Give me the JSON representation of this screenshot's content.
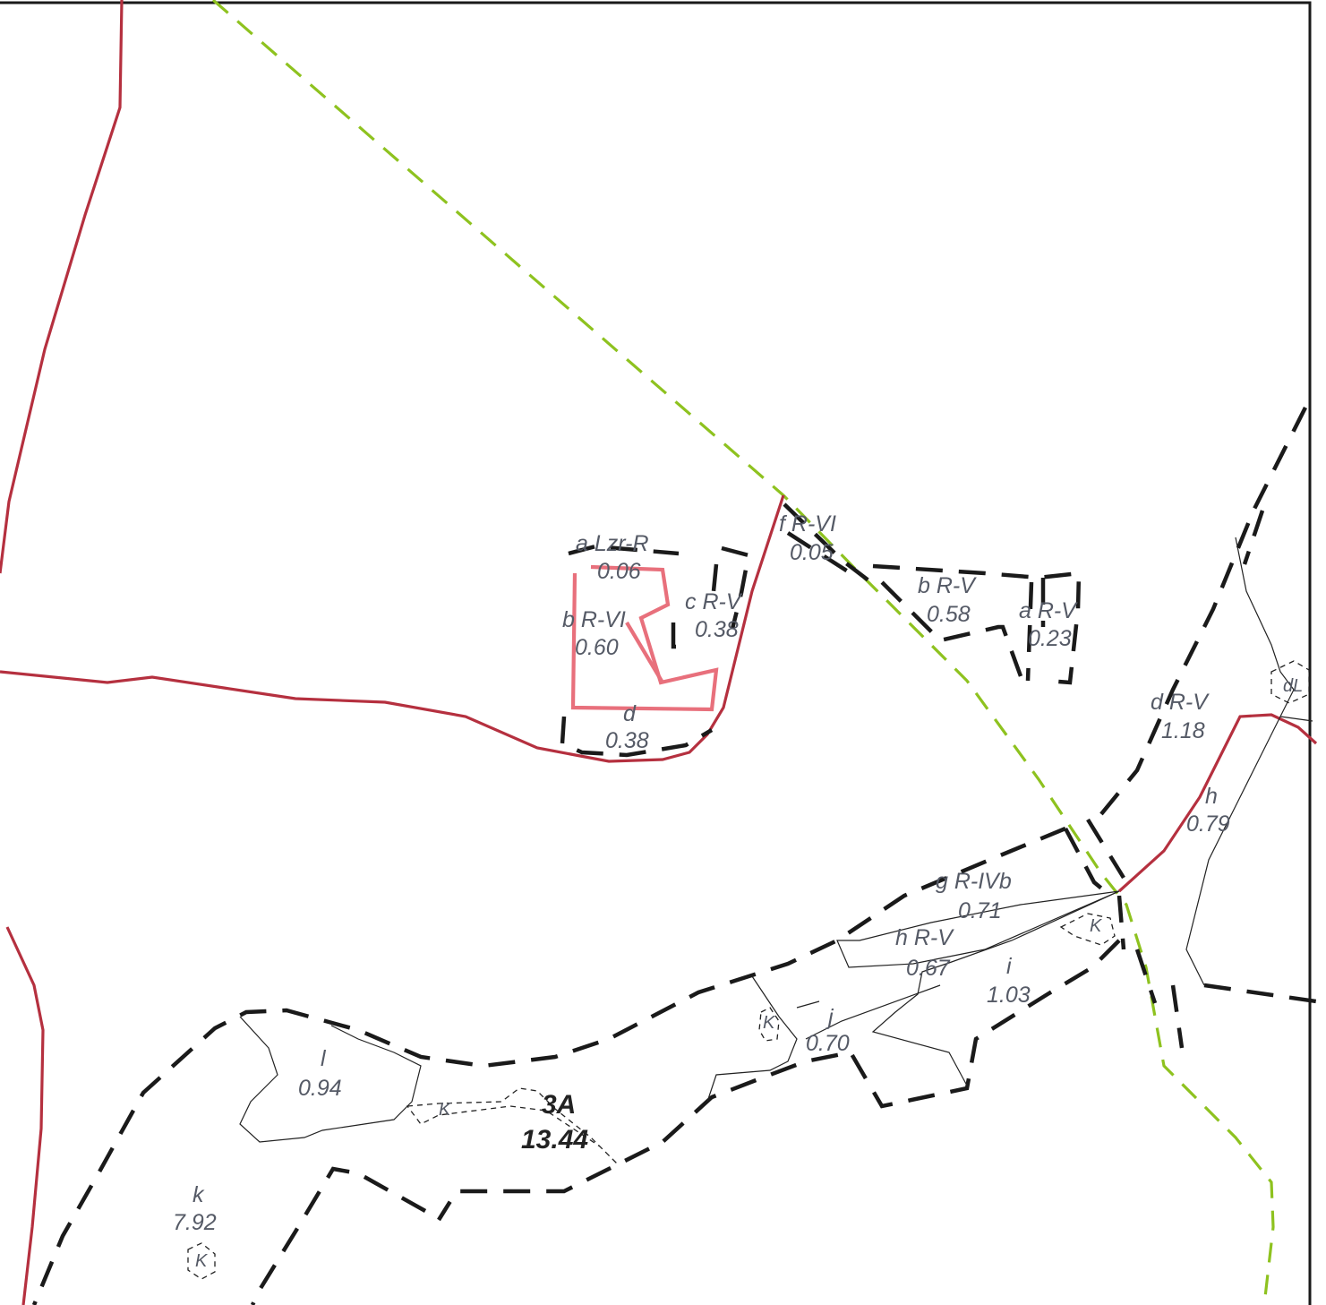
{
  "map": {
    "labels": {
      "a_lzr": "a Lzr-R",
      "a_lzr_area": "0.06",
      "b_rvi": "b R-VI",
      "b_rvi_area": "0.60",
      "c_rv": "c R-V",
      "c_rv_area": "0.38",
      "d": "d",
      "d_area": "0.38",
      "f_rvi": "f R-VI",
      "f_rvi_area": "0.05",
      "b_rv": "b R-V",
      "b_rv_area": "0.58",
      "a_rv": "a R-V",
      "a_rv_area": "0.23",
      "d_rv": "d R-V",
      "d_rv_area": "1.18",
      "dl": "dL",
      "h": "h",
      "h_area": "0.79",
      "g_rivb": "g R-IVb",
      "g_rivb_area": "0.71",
      "h_rv": "h R-V",
      "h_rv_area": "0.67",
      "i": "i",
      "i_area": "1.03",
      "j": "j",
      "j_area": "0.70",
      "l": "l",
      "l_area": "0.94",
      "unit": "3A",
      "unit_area": "13.44",
      "k": "k",
      "k_area": "7.92",
      "k_symbol": "K"
    },
    "colors": {
      "boundary_red": "#b5303f",
      "parcel_pink": "#e8707c",
      "line_green": "#8ec21f",
      "dashed_black": "#1a1a1a"
    }
  }
}
